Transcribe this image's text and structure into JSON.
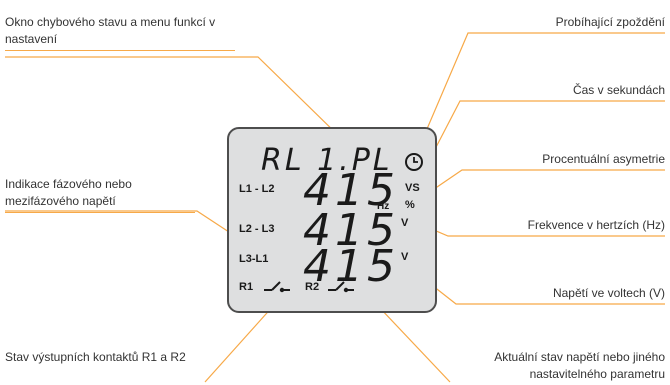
{
  "annotations": {
    "top_left": "Okno chybového stavu a menu funkcí v nastavení",
    "phase": "Indikace fázového nebo mezifázového napětí",
    "outputs": "Stav výstupních kontaktů R1 a R2",
    "delay": "Probíhající zpoždění",
    "seconds": "Čas v sekundách",
    "asym": "Procentuální asymetrie",
    "freq": "Frekvence v hertzích (Hz)",
    "volt": "Napětí ve voltech (V)",
    "current": "Aktuální stav napětí nebo jiného nastavitelného parametru"
  },
  "display": {
    "header": "RL 1.PL",
    "rows": [
      {
        "label": "L1 - L2",
        "value": "415"
      },
      {
        "label": "L2 - L3",
        "value": "415"
      },
      {
        "label": "L3-L1",
        "value": "415"
      }
    ],
    "units": {
      "vs": "VS",
      "percent": "%",
      "hz": "Hz",
      "v1": "V",
      "v2": "V"
    },
    "relays": {
      "r1": "R1",
      "r2": "R2"
    }
  },
  "colors": {
    "callout": "#f7a948",
    "lcd_bg": "#dedfe0",
    "lcd_border": "#4d4d4d",
    "text": "#333333"
  },
  "icons": [
    "clock-icon",
    "relay-contact-icon"
  ]
}
